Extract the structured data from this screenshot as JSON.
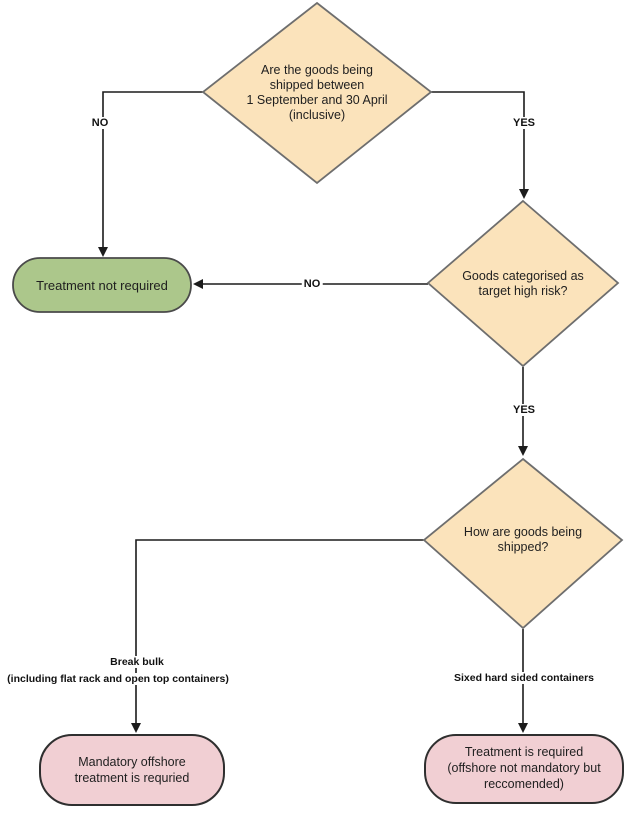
{
  "flowchart": {
    "colors": {
      "background": "#FFFFFF",
      "decision_fill": "#FBE3BB",
      "decision_border": "#6E6E6E",
      "terminal_green_fill": "#ACC78B",
      "terminal_green_border": "#4A4A4A",
      "terminal_pink_fill": "#F1CFD3",
      "terminal_pink_border": "#2F2F2F",
      "line": "#1C1C1C"
    },
    "decisions": {
      "shipping_window": {
        "lines": [
          "Are the goods being",
          "shipped between",
          "1 September and 30 April",
          "(inclusive)"
        ]
      },
      "high_risk": {
        "lines": [
          "Goods categorised as",
          "target high risk?"
        ]
      },
      "shipping_method": {
        "lines": [
          "How are goods being",
          "shipped?"
        ]
      }
    },
    "terminals": {
      "not_required": {
        "label": "Treatment not required"
      },
      "mandatory_offshore": {
        "lines": [
          "Mandatory offshore",
          "treatment is requried"
        ]
      },
      "required_recommended": {
        "lines": [
          "Treatment is required",
          "(offshore not mandatory but",
          "reccomended)"
        ]
      }
    },
    "edge_labels": {
      "no_shipping_window": "NO",
      "yes_shipping_window": "YES",
      "no_high_risk": "NO",
      "yes_high_risk": "YES",
      "break_bulk_line1": "Break bulk",
      "break_bulk_line2": "(including flat rack and open top containers)",
      "sized_containers": "Sixed hard sided containers"
    }
  }
}
